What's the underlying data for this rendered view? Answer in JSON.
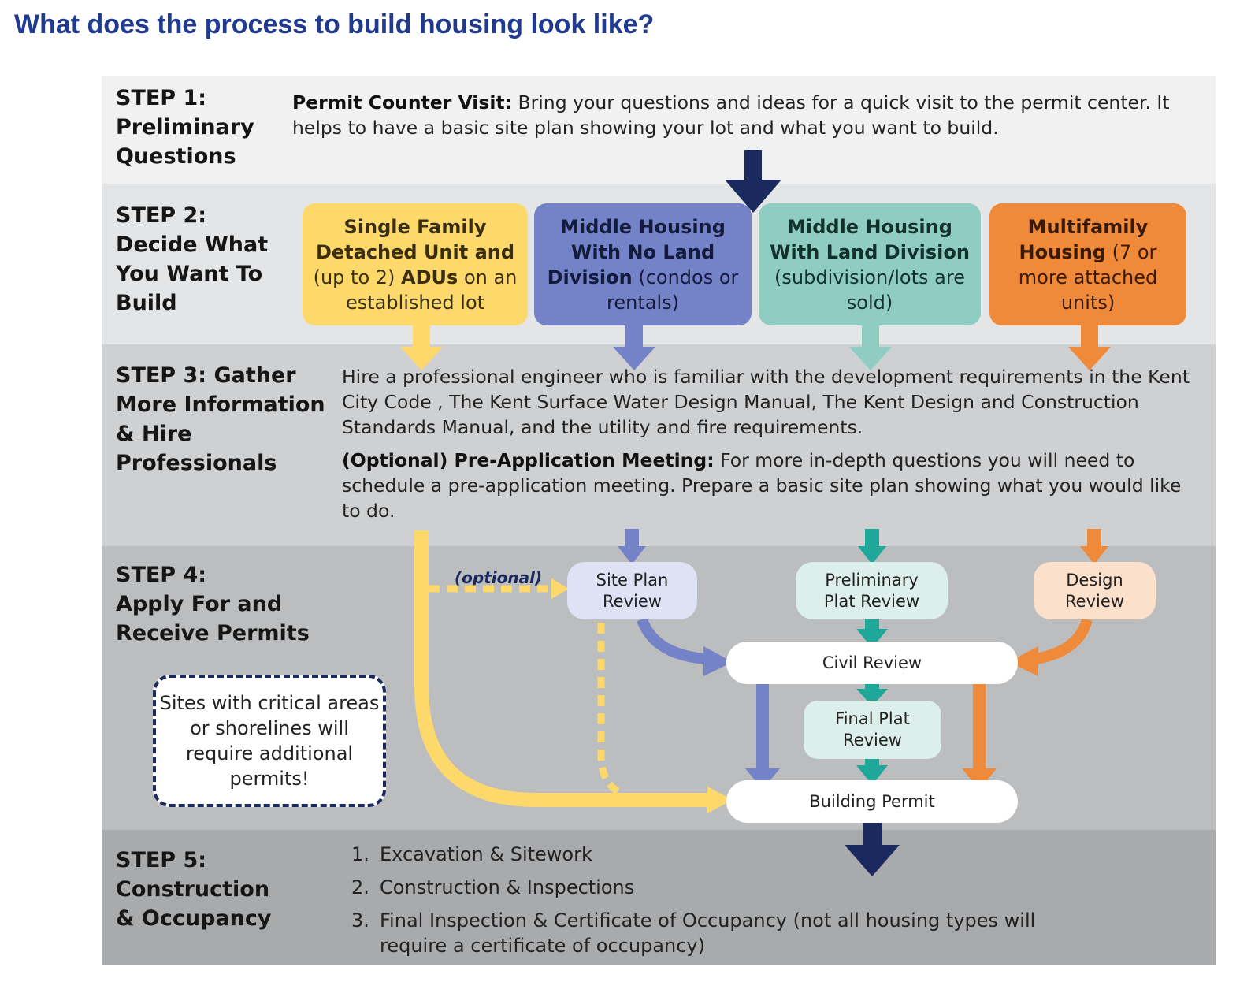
{
  "title": "What does the process to build housing look like?",
  "steps": {
    "s1": {
      "label": "STEP 1:\nPreliminary\nQuestions",
      "lead": "Permit Counter Visit:",
      "text": " Bring your questions and ideas for a quick visit to the permit center. It helps to have a basic site plan showing your lot and what you want to build."
    },
    "s2": {
      "label": "STEP 2:\nDecide What\nYou Want To\nBuild",
      "choices": {
        "single": {
          "bold": "Single Family Detached Unit and",
          "mid": " (up to 2) ",
          "bold2": "ADUs",
          "rest": " on an established lot"
        },
        "middle_no": {
          "bold": "Middle Housing With No Land Division",
          "rest": " (condos or rentals)"
        },
        "middle_land": {
          "bold": "Middle Housing With Land Division",
          "rest": " (subdivision/lots are sold)"
        },
        "multi": {
          "bold": "Multifamily Housing",
          "rest": " (7 or more attached units)"
        }
      }
    },
    "s3": {
      "label": "STEP 3: Gather\nMore Information\n& Hire\nProfessionals",
      "text": "Hire a professional engineer who is familiar with the development requirements in the Kent City Code , The Kent Surface Water Design Manual, The Kent Design and Construction Standards Manual, and the utility and fire requirements.",
      "lead2": "(Optional) Pre-Application Meeting:",
      "text2": " For more in-depth questions you will need to schedule a pre-application meeting. Prepare a basic site plan showing what you would like to do."
    },
    "s4": {
      "label": "STEP 4:\nApply For and\nReceive Permits",
      "optional": "(optional)",
      "nodes": {
        "site_plan": "Site Plan\nReview",
        "prelim_plat": "Preliminary\nPlat Review",
        "design": "Design\nReview",
        "civil": "Civil Review",
        "final_plat": "Final Plat\nReview",
        "building": "Building Permit"
      },
      "notice": "Sites with critical areas or shorelines will require additional permits!"
    },
    "s5": {
      "label": "STEP 5:\nConstruction\n& Occupancy",
      "items": [
        {
          "num": "1.",
          "text": "Excavation & Sitework"
        },
        {
          "num": "2.",
          "text": "Construction & Inspections"
        },
        {
          "num": "3.",
          "text": "Final Inspection & Certificate of Occupancy (not all housing types will require a certificate of occupancy)"
        }
      ]
    }
  },
  "colors": {
    "title": "#1f3a8f",
    "navy": "#1b2a5e",
    "yellow": "#fdd86b",
    "blue": "#7482c7",
    "teal": "#1fa89a",
    "orange": "#ef8a3a"
  }
}
